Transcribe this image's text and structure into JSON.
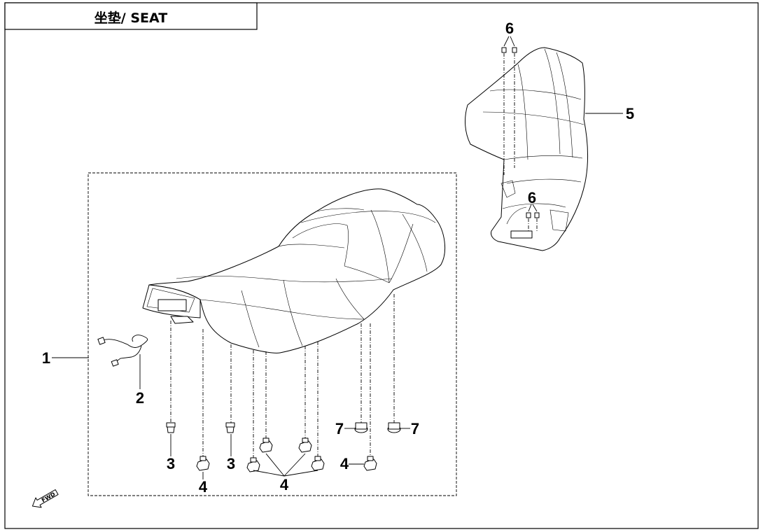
{
  "title": "坐垫/ SEAT",
  "fwd_label": "FWD",
  "callouts": {
    "c1": "1",
    "c2": "2",
    "c3a": "3",
    "c3b": "3",
    "c4a": "4",
    "c4b": "4",
    "c4c": "4",
    "c5": "5",
    "c6a": "6",
    "c6b": "6",
    "c7a": "7",
    "c7b": "7"
  }
}
